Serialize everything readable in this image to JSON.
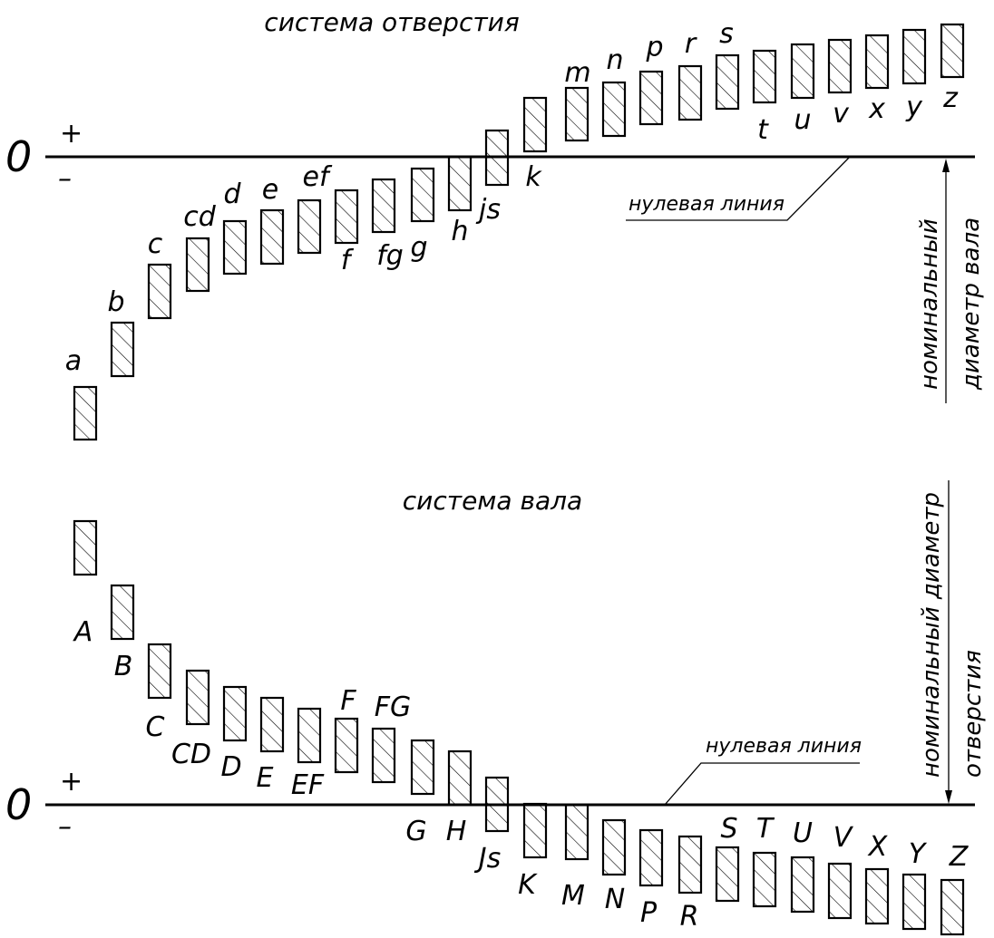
{
  "top": {
    "title": "система отверстия",
    "zero_label": "0",
    "plus_sign": "+",
    "minus_sign": "–",
    "zero_line_label": "нулевая линия",
    "axis_label_line1": "номинальный",
    "axis_label_line2": "диаметр вала",
    "zones": [
      "a",
      "b",
      "c",
      "cd",
      "d",
      "e",
      "ef",
      "f",
      "fg",
      "g",
      "h",
      "js",
      "k",
      "m",
      "n",
      "p",
      "r",
      "s",
      "t",
      "u",
      "v",
      "x",
      "y",
      "z"
    ]
  },
  "bottom": {
    "title": "система вала",
    "zero_label": "0",
    "plus_sign": "+",
    "minus_sign": "–",
    "zero_line_label": "нулевая линия",
    "axis_label_line1": "номинальный диаметр",
    "axis_label_line2": "отверстия",
    "zones": [
      "A",
      "B",
      "C",
      "CD",
      "D",
      "E",
      "EF",
      "F",
      "FG",
      "G",
      "H",
      "Js",
      "K",
      "M",
      "N",
      "P",
      "R",
      "S",
      "T",
      "U",
      "V",
      "X",
      "Y",
      "Z"
    ]
  },
  "colors": {
    "stroke": "#000000",
    "background": "#ffffff"
  }
}
